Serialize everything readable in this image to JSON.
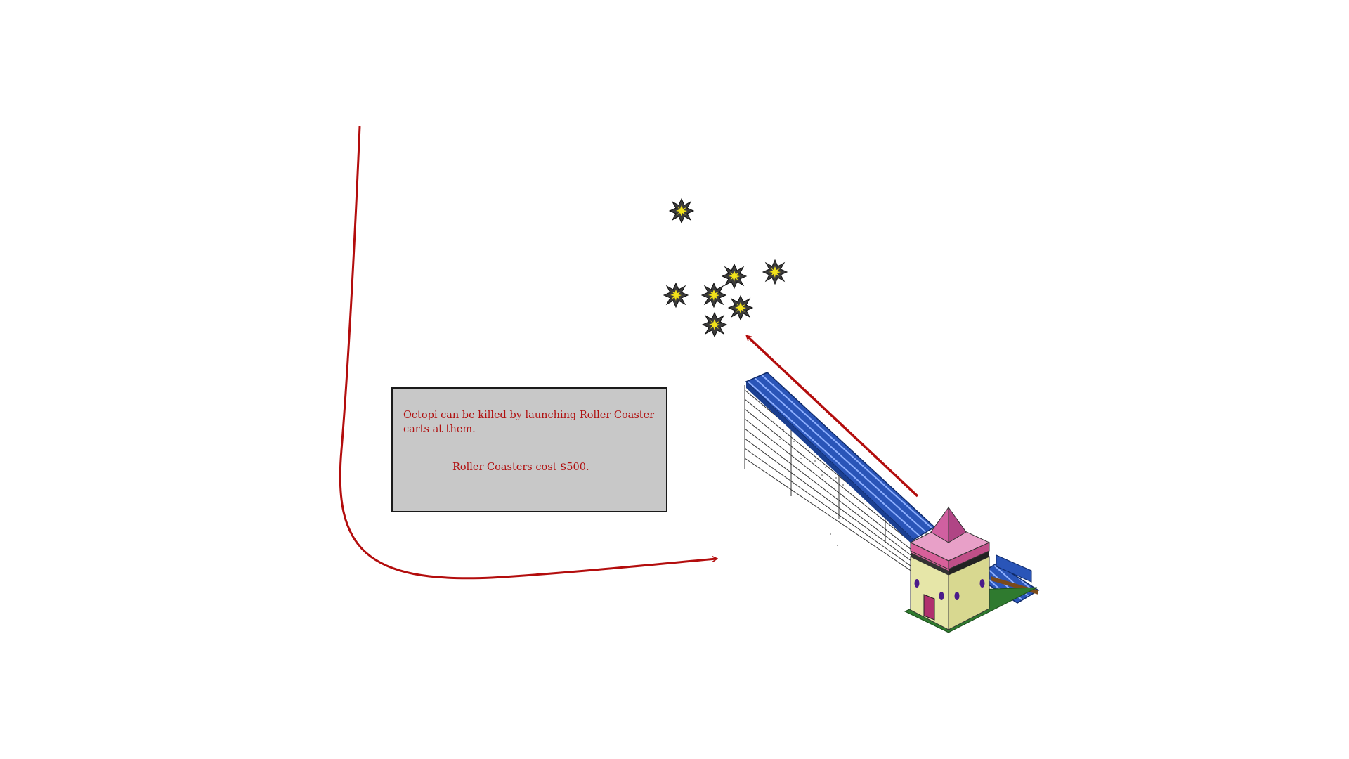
{
  "tutorial": {
    "message_line1": "Octopi can be killed by launching Roller Coaster carts at them.",
    "message_line2": "Roller Coasters cost $500."
  },
  "colors": {
    "arrow": "#b30d0d",
    "box_fill": "#c8c8c8",
    "box_border": "#1a1a1a",
    "text": "#b01010",
    "track_blue": "#2a55b8",
    "roof_pink": "#d8609a",
    "wall_cream": "#e8e8b0",
    "grass": "#2f7a2f"
  },
  "icons": {
    "burst": "explosion-burst-icon",
    "station": "coaster-station",
    "track": "roller-coaster-ramp"
  }
}
